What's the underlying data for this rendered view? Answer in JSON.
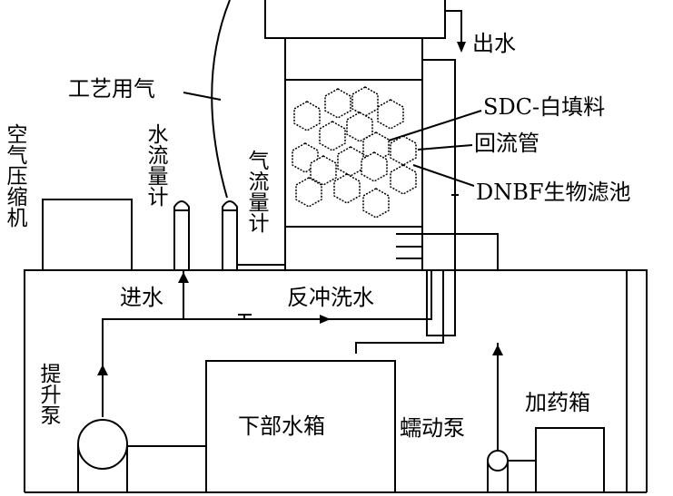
{
  "labels": {
    "outlet": "出水",
    "process_air": "工艺用气",
    "filler": "SDC-白填料",
    "return_pipe": "回流管",
    "dnbf": "DNBF生物滤池",
    "air_compressor": "空气压缩机",
    "water_flowmeter": "水流量计",
    "air_flowmeter": "气流量计",
    "inlet": "进水",
    "backwash": "反冲洗水",
    "lift_pump": "提升泵",
    "lower_tank": "下部水箱",
    "peristaltic_pump": "蠕动泵",
    "dosing_tank": "加药箱"
  }
}
